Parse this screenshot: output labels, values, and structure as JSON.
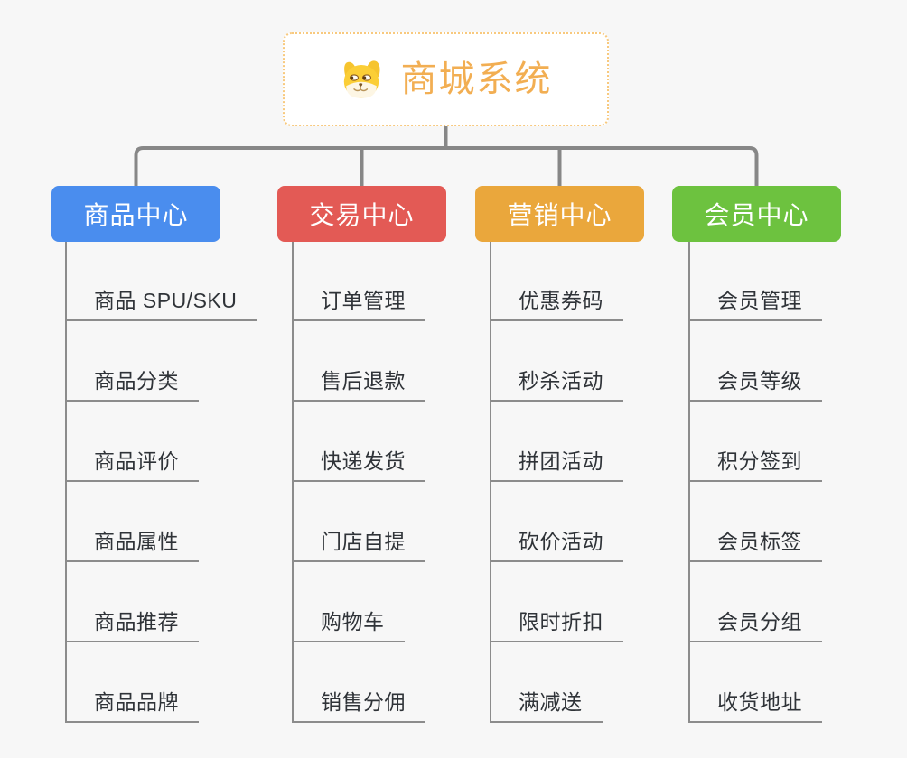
{
  "canvas": {
    "background": "#f7f7f7"
  },
  "lines": {
    "connector_color": "#878787",
    "spine_color": "#8c8c8c",
    "underline_color": "#8c8c8c",
    "leaf_text_color": "#2f3338"
  },
  "root": {
    "label": "商城系统",
    "icon": "doge-dog-face-icon",
    "text_color": "#f2ae52",
    "border_color": "#f8c97e",
    "fill": "#ffffff"
  },
  "branches": [
    {
      "label": "商品中心",
      "color": "#4a8dee",
      "children": [
        "商品 SPU/SKU",
        "商品分类",
        "商品评价",
        "商品属性",
        "商品推荐",
        "商品品牌"
      ]
    },
    {
      "label": "交易中心",
      "color": "#e35a55",
      "children": [
        "订单管理",
        "售后退款",
        "快递发货",
        "门店自提",
        "购物车",
        "销售分佣"
      ]
    },
    {
      "label": "营销中心",
      "color": "#eaa73c",
      "children": [
        "优惠券码",
        "秒杀活动",
        "拼团活动",
        "砍价活动",
        "限时折扣",
        "满减送"
      ]
    },
    {
      "label": "会员中心",
      "color": "#6dc23f",
      "children": [
        "会员管理",
        "会员等级",
        "积分签到",
        "会员标签",
        "会员分组",
        "收货地址"
      ]
    }
  ]
}
